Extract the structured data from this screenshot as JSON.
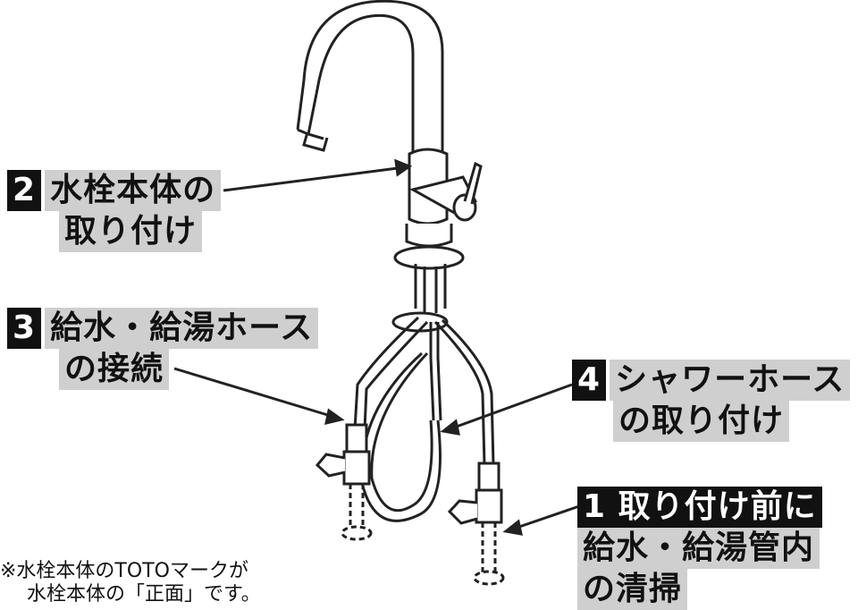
{
  "steps": [
    {
      "num": "2",
      "line1": "水栓本体の",
      "line2": "取り付け"
    },
    {
      "num": "3",
      "line1": "給水・給湯ホース",
      "line2": "の接続"
    },
    {
      "num": "4",
      "line1": "シャワーホース",
      "line2": "の取り付け"
    },
    {
      "num": "1",
      "line1": "取り付け前に",
      "line2": "給水・給湯管内",
      "line3": "の清掃"
    }
  ],
  "note": {
    "line1": "※水栓本体のTOTOマークが",
    "line2": "水栓本体の「正面」です。"
  },
  "colors": {
    "label_bg": "#cfcfcf",
    "number_bg": "#111111",
    "line": "#222222"
  }
}
